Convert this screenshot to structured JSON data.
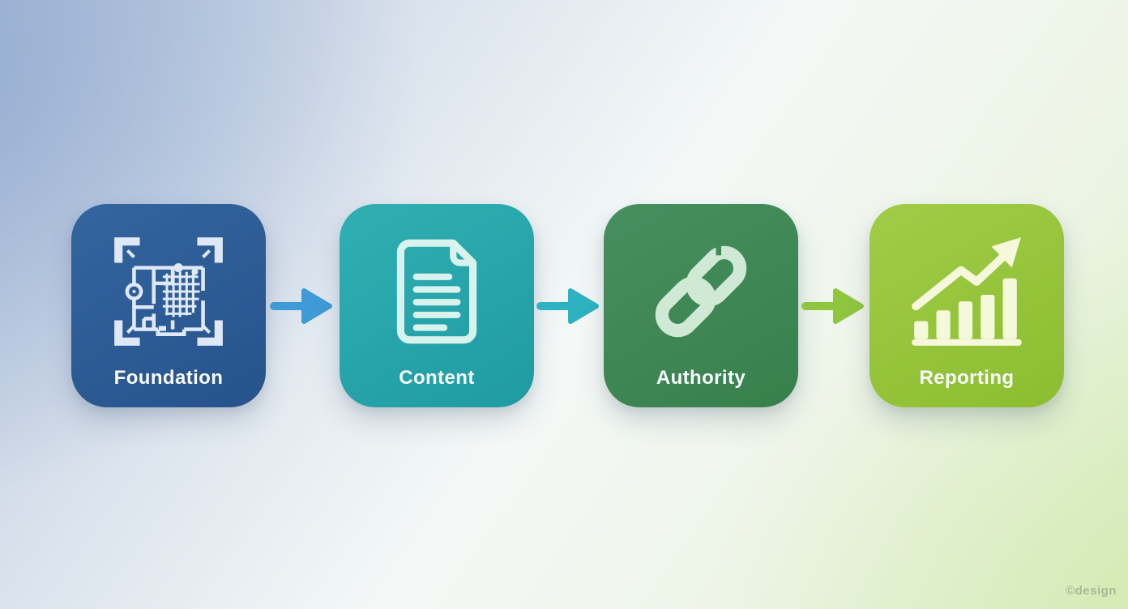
{
  "diagram": {
    "type": "process-flow",
    "steps": [
      {
        "label": "Foundation",
        "icon": "blueprint-icon",
        "color": "#27528b",
        "color_light": "#33659f",
        "icon_color": "#dfe8f6"
      },
      {
        "label": "Content",
        "icon": "document-icon",
        "color": "#1f9aa2",
        "color_light": "#30b0b3",
        "icon_color": "#d8f3ee"
      },
      {
        "label": "Authority",
        "icon": "chain-link-icon",
        "color": "#37804c",
        "color_light": "#478f5e",
        "icon_color": "#cfe9d4"
      },
      {
        "label": "Reporting",
        "icon": "growth-chart-icon",
        "color": "#8cbd30",
        "color_light": "#a0cc47",
        "icon_color": "#f5f8da"
      }
    ],
    "arrows": [
      {
        "from": "Foundation",
        "to": "Content",
        "icon": "arrow-right-icon",
        "color": "#3f9bd7"
      },
      {
        "from": "Content",
        "to": "Authority",
        "icon": "arrow-right-icon",
        "color": "#2eb2c2"
      },
      {
        "from": "Authority",
        "to": "Reporting",
        "icon": "arrow-right-icon",
        "color": "#8ec63f"
      }
    ]
  },
  "background": {
    "top_left": "#a9bed9",
    "top_right": "#fbfdfb",
    "bottom_left": "#e0e6ef",
    "bottom_right": "#def0cb"
  },
  "watermark": {
    "text": "©design"
  }
}
